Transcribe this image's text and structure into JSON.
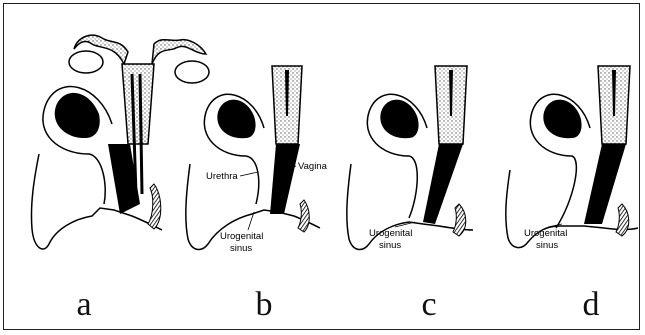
{
  "figure": {
    "panels": [
      {
        "letter": "a",
        "labels": []
      },
      {
        "letter": "b",
        "labels": [
          "Urethra",
          "Vagina",
          "Urogenital",
          "sinus"
        ]
      },
      {
        "letter": "c",
        "labels": [
          "Urogenital",
          "sinus"
        ]
      },
      {
        "letter": "d",
        "labels": [
          "Urogenital",
          "sinus"
        ]
      }
    ]
  },
  "colors": {
    "ink": "#000000",
    "stipple": "#b8b8b8",
    "paper": "#ffffff"
  }
}
